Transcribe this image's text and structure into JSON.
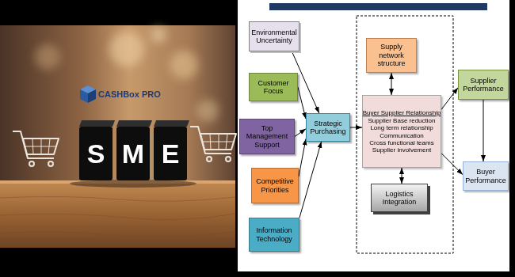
{
  "diagram": {
    "nodes": [
      {
        "text": [
          "Environmental Uncertainty"
        ]
      },
      {
        "text": [
          "Customer Focus"
        ]
      },
      {
        "text": [
          "Top Management Support"
        ]
      },
      {
        "text": [
          "Competitive Priorities"
        ]
      },
      {
        "text": [
          "Information Technology"
        ]
      },
      {
        "text": [
          "Strategic Purchasing"
        ]
      },
      {
        "text": [
          "Supply network structure"
        ]
      },
      {
        "text": [
          "Buyer Supplier Relationship",
          "Supplier Base reduction",
          "Long term relationship",
          "Communication",
          "Cross functional teams",
          "Supplier involvement"
        ]
      },
      {
        "text": [
          "Logistics Integration"
        ]
      },
      {
        "text": [
          "Supplier Performance"
        ]
      },
      {
        "text": [
          "Buyer Performance"
        ]
      }
    ],
    "edges": [
      {
        "from": 0,
        "to": 5,
        "arrow": "to"
      },
      {
        "from": 1,
        "to": 5,
        "arrow": "to"
      },
      {
        "from": 2,
        "to": 5,
        "arrow": "to"
      },
      {
        "from": 3,
        "to": 5,
        "arrow": "to"
      },
      {
        "from": 4,
        "to": 5,
        "arrow": "to"
      },
      {
        "from": 5,
        "to": 7,
        "arrow": "to"
      },
      {
        "from": 6,
        "to": 7,
        "arrow": "both"
      },
      {
        "from": 7,
        "to": 8,
        "arrow": "both"
      },
      {
        "from": 7,
        "to": 9,
        "arrow": "to"
      },
      {
        "from": 7,
        "to": 10,
        "arrow": "to"
      },
      {
        "from": 9,
        "to": 10,
        "arrow": "to"
      }
    ],
    "labels": [
      "CASHBox PRO",
      "S",
      "M",
      "E"
    ]
  }
}
